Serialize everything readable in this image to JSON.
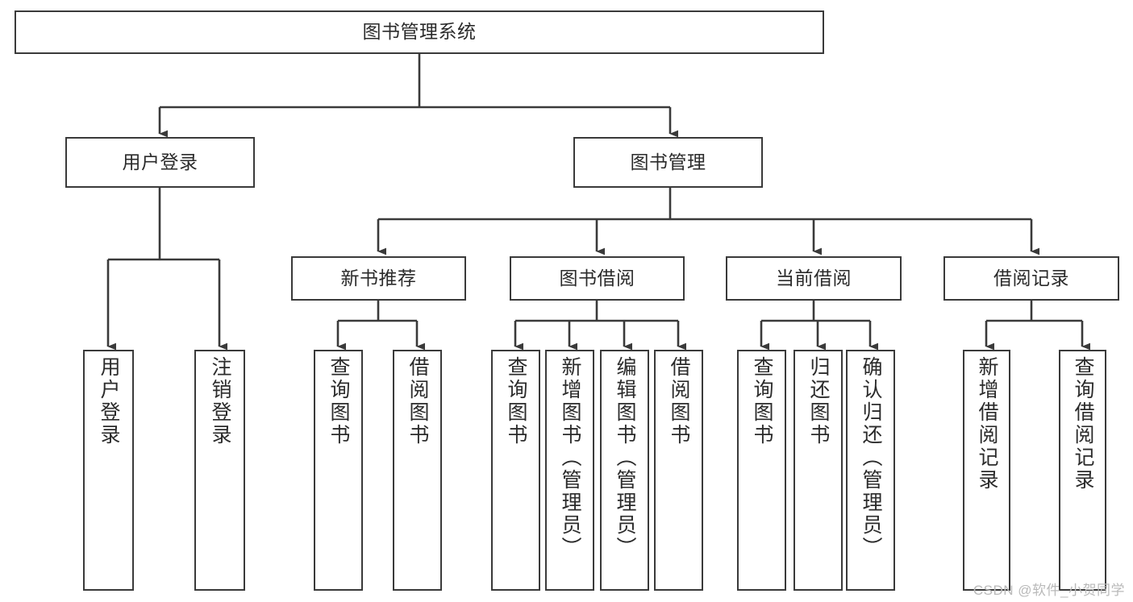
{
  "diagram": {
    "type": "tree-hierarchy-flowchart",
    "title": "图书管理系统",
    "watermark": "CSDN @软件_小贺同学",
    "colors": {
      "box_border": "#3a3a3a",
      "box_fill": "#ffffff",
      "connector": "#3a3a3a",
      "text": "#2b2b2b",
      "watermark": "#b9b9b9"
    },
    "levels": [
      {
        "level": 1,
        "nodes": [
          {
            "id": "root",
            "label": "图书管理系统",
            "orientation": "horizontal"
          }
        ]
      },
      {
        "level": 2,
        "nodes": [
          {
            "id": "user-login",
            "label": "用户登录",
            "orientation": "horizontal",
            "parent": "root"
          },
          {
            "id": "book-manage",
            "label": "图书管理",
            "orientation": "horizontal",
            "parent": "root"
          }
        ]
      },
      {
        "level": 3,
        "nodes": [
          {
            "id": "new-book-recommend",
            "label": "新书推荐",
            "orientation": "horizontal",
            "parent": "book-manage"
          },
          {
            "id": "book-borrow",
            "label": "图书借阅",
            "orientation": "horizontal",
            "parent": "book-manage"
          },
          {
            "id": "current-borrow",
            "label": "当前借阅",
            "orientation": "horizontal",
            "parent": "book-manage"
          },
          {
            "id": "borrow-record",
            "label": "借阅记录",
            "orientation": "horizontal",
            "parent": "book-manage"
          }
        ]
      },
      {
        "level": 4,
        "nodes": [
          {
            "id": "leaf-user-login",
            "label": "用户登录",
            "orientation": "vertical",
            "parent": "user-login"
          },
          {
            "id": "leaf-user-logout",
            "label": "注销登录",
            "orientation": "vertical",
            "parent": "user-login"
          },
          {
            "id": "leaf-query-book-1",
            "label": "查询图书",
            "orientation": "vertical",
            "parent": "new-book-recommend"
          },
          {
            "id": "leaf-borrow-book-1",
            "label": "借阅图书",
            "orientation": "vertical",
            "parent": "new-book-recommend"
          },
          {
            "id": "leaf-query-book-2",
            "label": "查询图书",
            "orientation": "vertical",
            "parent": "book-borrow"
          },
          {
            "id": "leaf-add-book",
            "label": "新增图书（管理员）",
            "orientation": "vertical",
            "parent": "book-borrow"
          },
          {
            "id": "leaf-edit-book",
            "label": "编辑图书（管理员）",
            "orientation": "vertical",
            "parent": "book-borrow"
          },
          {
            "id": "leaf-borrow-book-2",
            "label": "借阅图书",
            "orientation": "vertical",
            "parent": "book-borrow"
          },
          {
            "id": "leaf-query-book-3",
            "label": "查询图书",
            "orientation": "vertical",
            "parent": "current-borrow"
          },
          {
            "id": "leaf-return-book",
            "label": "归还图书",
            "orientation": "vertical",
            "parent": "current-borrow"
          },
          {
            "id": "leaf-confirm-return",
            "label": "确认归还（管理员）",
            "orientation": "vertical",
            "parent": "current-borrow"
          },
          {
            "id": "leaf-add-record",
            "label": "新增借阅记录",
            "orientation": "vertical",
            "parent": "borrow-record"
          },
          {
            "id": "leaf-query-record",
            "label": "查询借阅记录",
            "orientation": "vertical",
            "parent": "borrow-record"
          }
        ]
      }
    ]
  }
}
